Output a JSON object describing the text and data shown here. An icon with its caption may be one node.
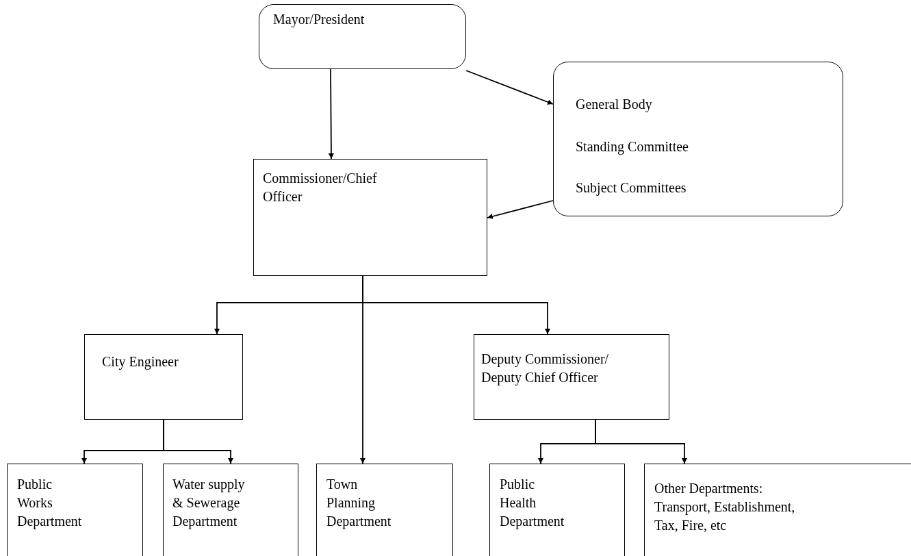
{
  "diagram": {
    "nodes": [
      {
        "text": [
          "Mayor/President"
        ]
      },
      {
        "text": [
          "General Body",
          "Standing Committee",
          "Subject Committees"
        ]
      },
      {
        "text": [
          "Commissioner/Chief Officer"
        ]
      },
      {
        "text": [
          "City Engineer"
        ]
      },
      {
        "text": [
          "Deputy Commissioner/ Deputy Chief Officer"
        ]
      },
      {
        "text": [
          "Public Works Department"
        ]
      },
      {
        "text": [
          "Water supply & Sewerage Department"
        ]
      },
      {
        "text": [
          "Town Planning Department"
        ]
      },
      {
        "text": [
          "Public Health Department"
        ]
      },
      {
        "text": [
          "Other Departments: Transport, Establishment, Tax, Fire, etc"
        ]
      }
    ],
    "edges": [
      {
        "from": 0,
        "to": 2,
        "arrow": "to"
      },
      {
        "from": 0,
        "to": 1,
        "arrow": "to"
      },
      {
        "from": 1,
        "to": 2,
        "arrow": "to"
      },
      {
        "from": 2,
        "to": 3,
        "arrow": "to"
      },
      {
        "from": 2,
        "to": 4,
        "arrow": "to"
      },
      {
        "from": 2,
        "to": 7,
        "arrow": "to"
      },
      {
        "from": 3,
        "to": 5,
        "arrow": "to"
      },
      {
        "from": 3,
        "to": 6,
        "arrow": "to"
      },
      {
        "from": 4,
        "to": 8,
        "arrow": "to"
      },
      {
        "from": 4,
        "to": 9,
        "arrow": "to"
      }
    ]
  }
}
